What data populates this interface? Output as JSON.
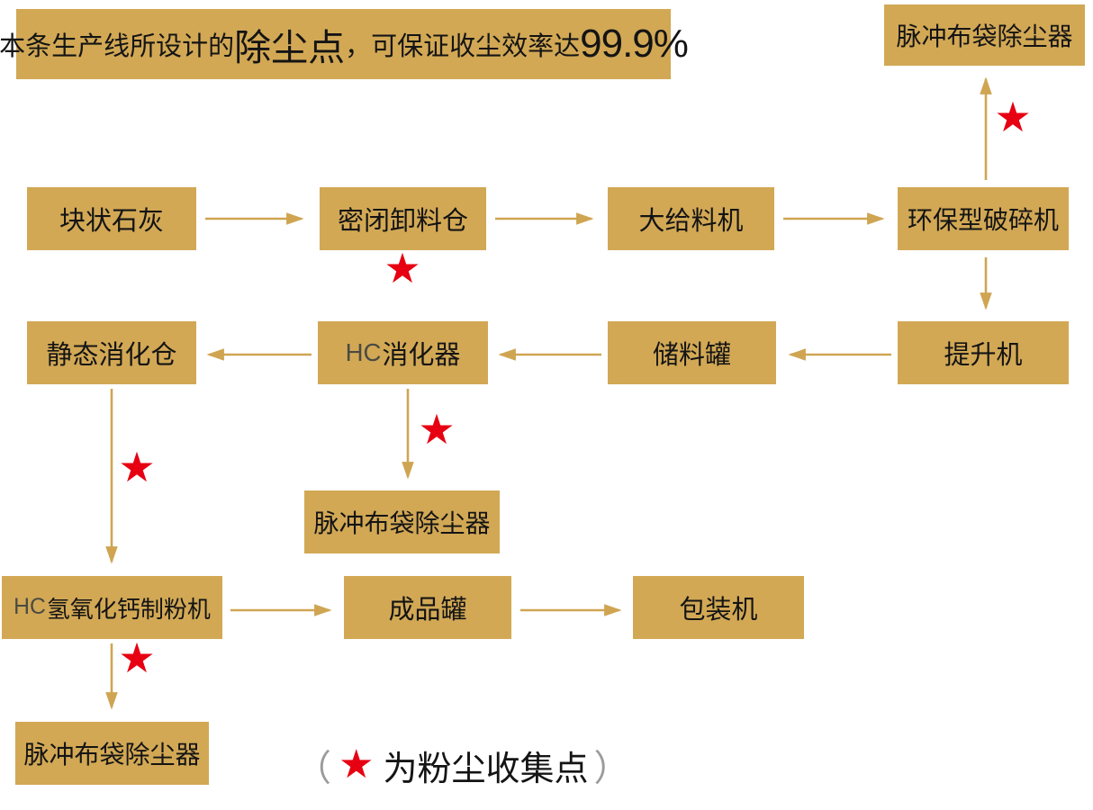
{
  "banner": {
    "text_before": "本条生产线所设计的",
    "text_highlight": "除尘点",
    "text_middle": "，可保证收尘效率达",
    "text_value": "99.9%"
  },
  "nodes": {
    "dust_collector_top": {
      "label": "脉冲布袋除尘器"
    },
    "lump_lime": {
      "label": "块状石灰"
    },
    "sealed_unloading_bin": {
      "label": "密闭卸料仓"
    },
    "large_feeder": {
      "label": "大给料机"
    },
    "eco_crusher": {
      "label": "环保型破碎机"
    },
    "static_digestion_bin": {
      "label": "静态消化仓"
    },
    "hc_digester": {
      "prefix": "HC",
      "label": "消化器"
    },
    "storage_tank": {
      "label": "储料罐"
    },
    "bucket_elevator": {
      "label": "提升机"
    },
    "dust_collector_mid": {
      "label": "脉冲布袋除尘器"
    },
    "hc_calcium_hydroxide_mill": {
      "prefix": "HC",
      "label": "氢氧化钙制粉机"
    },
    "finished_product_tank": {
      "label": "成品罐"
    },
    "packing_machine": {
      "label": "包装机"
    },
    "dust_collector_bottom": {
      "label": "脉冲布袋除尘器"
    }
  },
  "star_symbol": "★",
  "legend": {
    "paren_open": "（",
    "star": "★",
    "text": "为粉尘收集点",
    "paren_close": "）"
  },
  "colors": {
    "box_gold": "#d2a855",
    "arrow_gold": "#cfa552",
    "star_red": "#e60012",
    "text_black": "#141414"
  }
}
